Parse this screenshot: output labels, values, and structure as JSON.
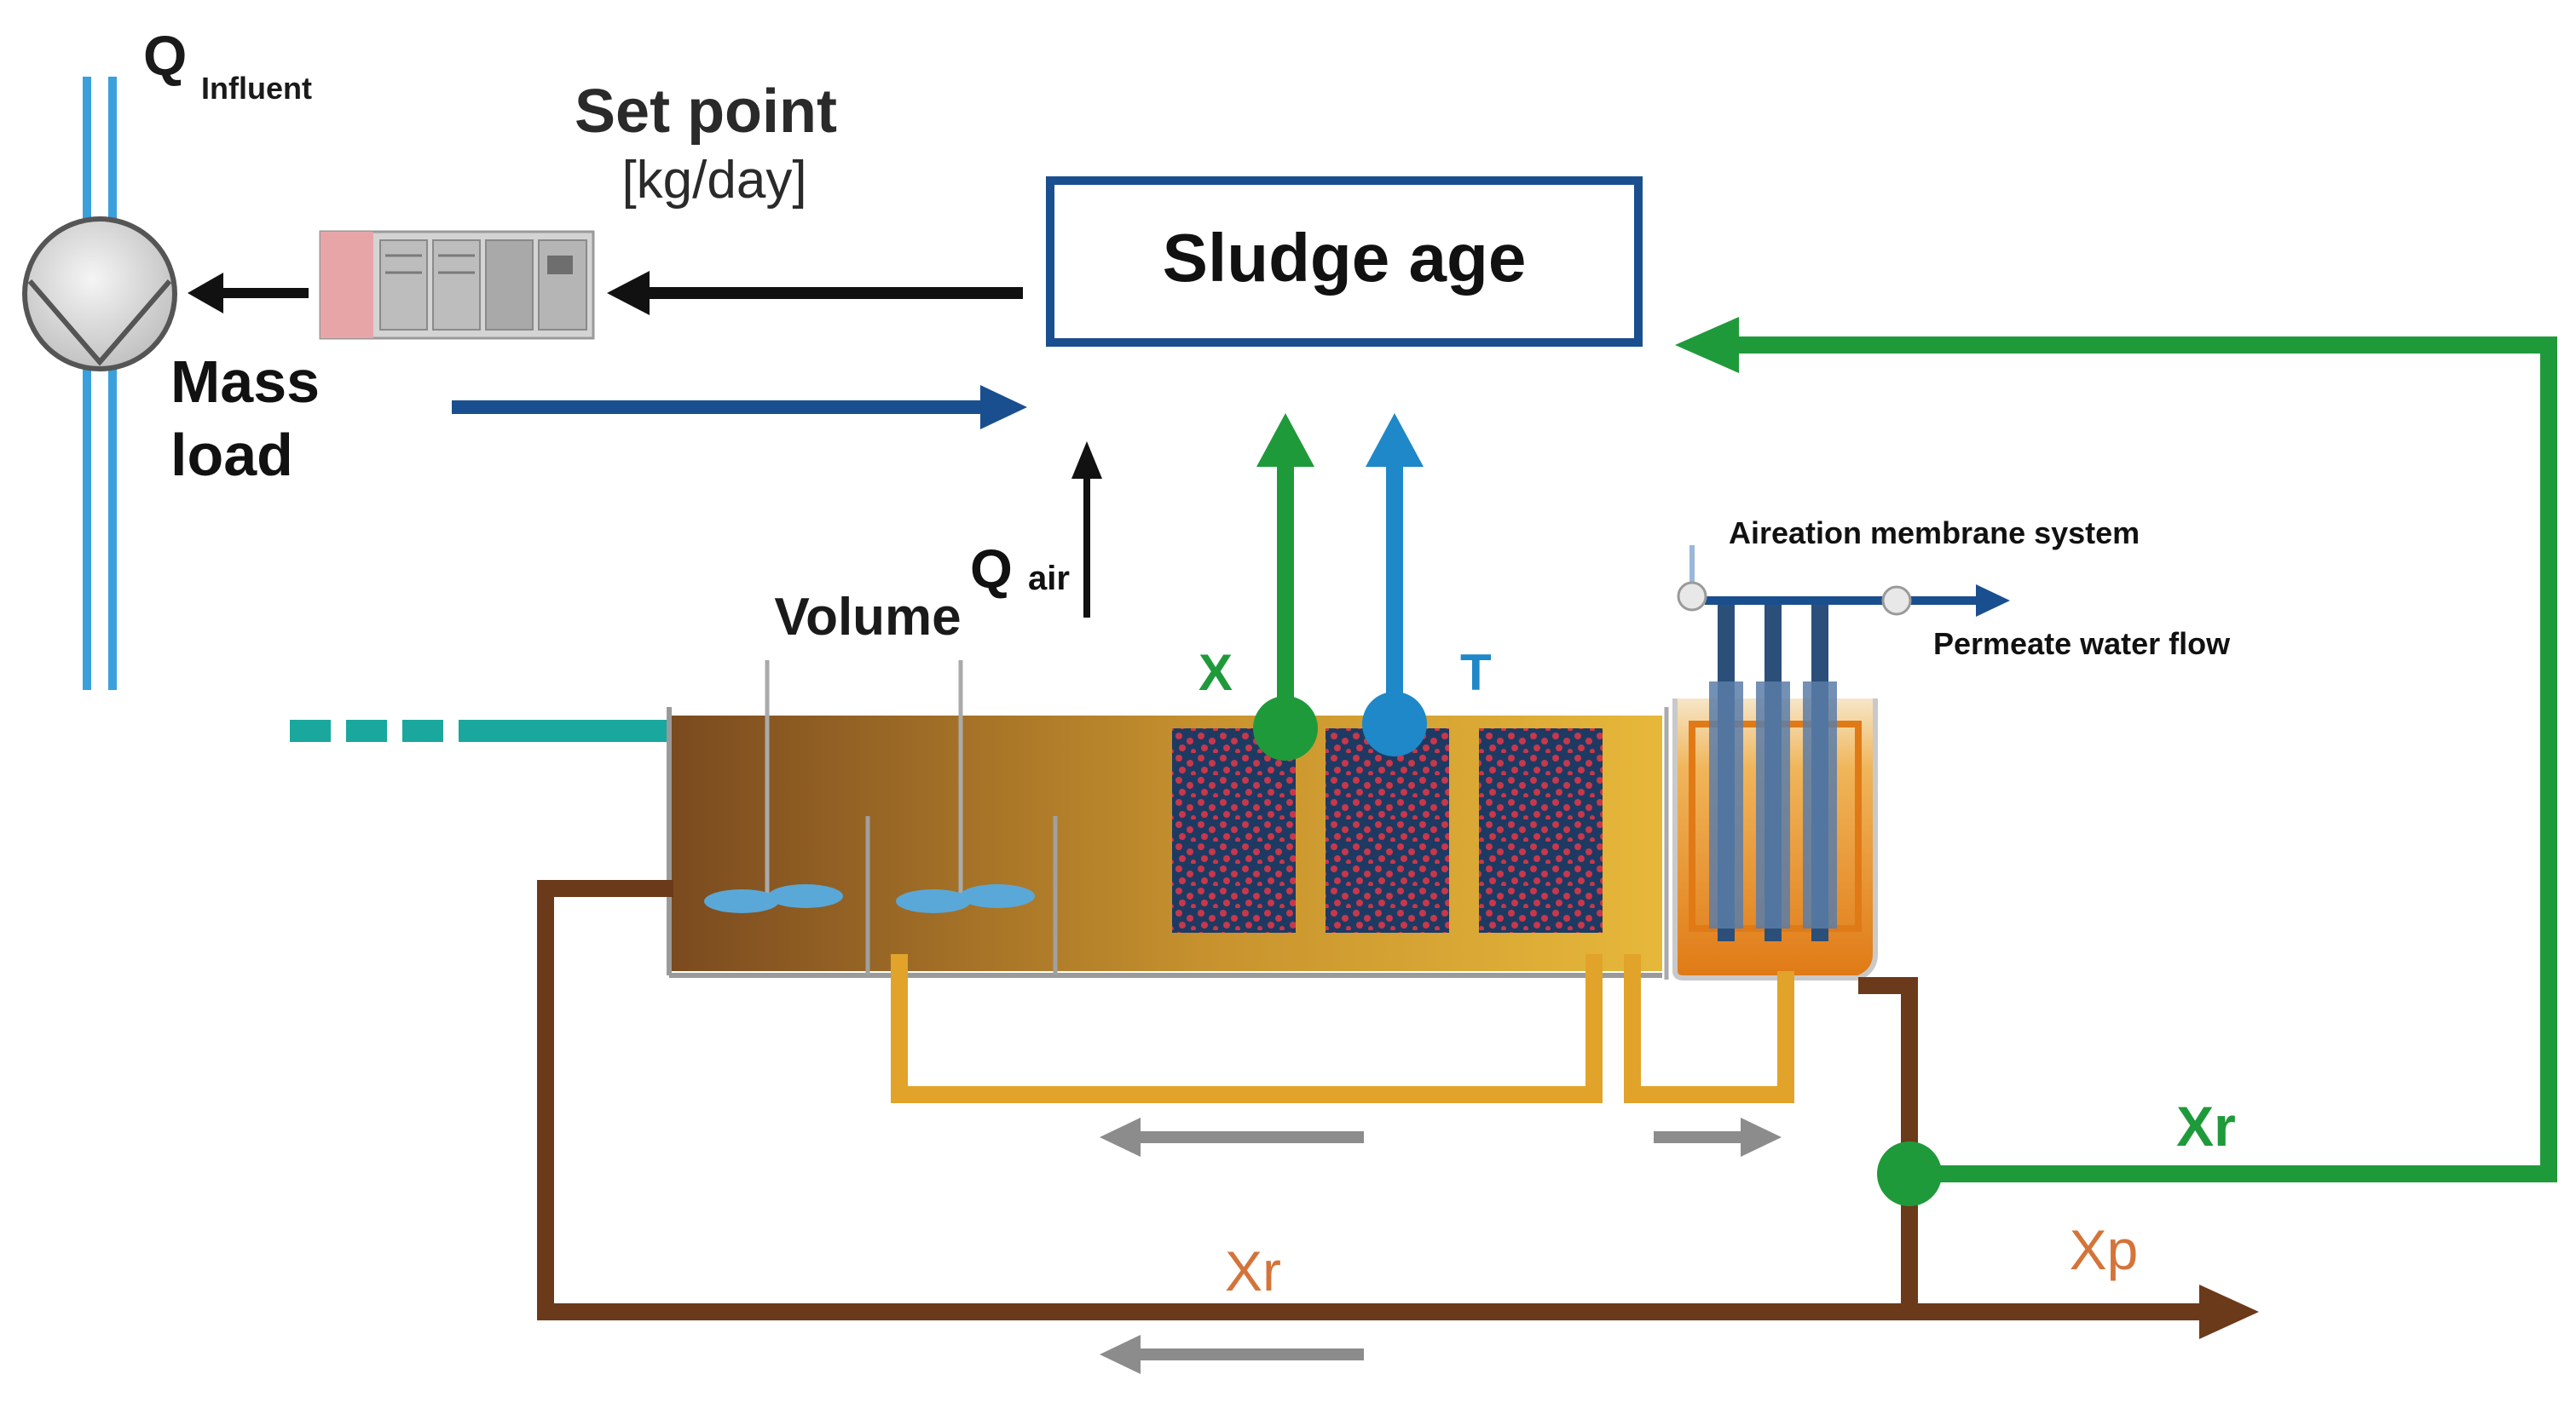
{
  "labels": {
    "q_influent_main": "Q",
    "q_influent_sub": "Influent",
    "set_point": "Set point",
    "set_point_unit": "[kg/day]",
    "sludge_age": "Sludge age",
    "mass": "Mass",
    "load": "load",
    "q_air_main": "Q",
    "q_air_sub": "air",
    "volume": "Volume",
    "x": "X",
    "t": "T",
    "aeration_membrane": "Aireation membrane system",
    "permeate_flow": "Permeate water flow",
    "xr_green": "Xr",
    "xr_brown": "Xr",
    "xp": "Xp"
  },
  "colors": {
    "green": "#1f9a3a",
    "blue_line": "#1e88c8",
    "dark_blue": "#1a4f8f",
    "brown": "#6b3a1a",
    "orange_pipe": "#e2a32a",
    "teal": "#1aa79d",
    "black": "#111111",
    "grey_arrow": "#8c8c8c",
    "xr_text": "#d4743a",
    "tank_left": "#7a4a1f",
    "tank_right": "#e0b23a"
  }
}
